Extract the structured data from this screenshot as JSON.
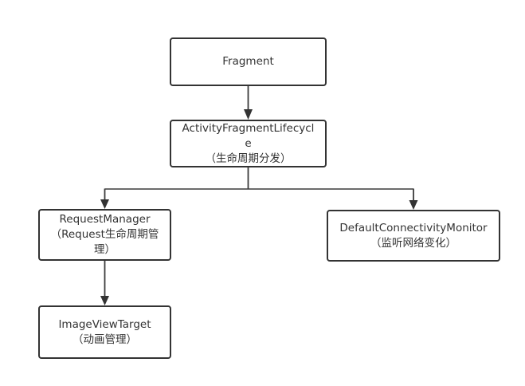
{
  "diagram": {
    "type": "flowchart",
    "colors": {
      "background": "#ffffff",
      "node_border": "#333333",
      "node_fill": "#ffffff",
      "connector_line": "#3b3b3b",
      "arrowhead_fill": "#333333",
      "text": "#333333"
    },
    "nodes": {
      "fragment": {
        "title": "Fragment",
        "subtitle": ""
      },
      "lifecycle": {
        "title": "ActivityFragmentLifecycle",
        "subtitle": "（生命周期分发）"
      },
      "request_manager": {
        "title": "RequestManager",
        "subtitle": "（Request生命周期管理）"
      },
      "connectivity_monitor": {
        "title": "DefaultConnectivityMonitor",
        "subtitle": "（监听网络变化）"
      },
      "image_view_target": {
        "title": "ImageViewTarget",
        "subtitle": "（动画管理）"
      }
    },
    "edges": [
      {
        "from": "fragment",
        "to": "lifecycle"
      },
      {
        "from": "lifecycle",
        "to": "request_manager"
      },
      {
        "from": "lifecycle",
        "to": "connectivity_monitor"
      },
      {
        "from": "request_manager",
        "to": "image_view_target"
      }
    ]
  }
}
